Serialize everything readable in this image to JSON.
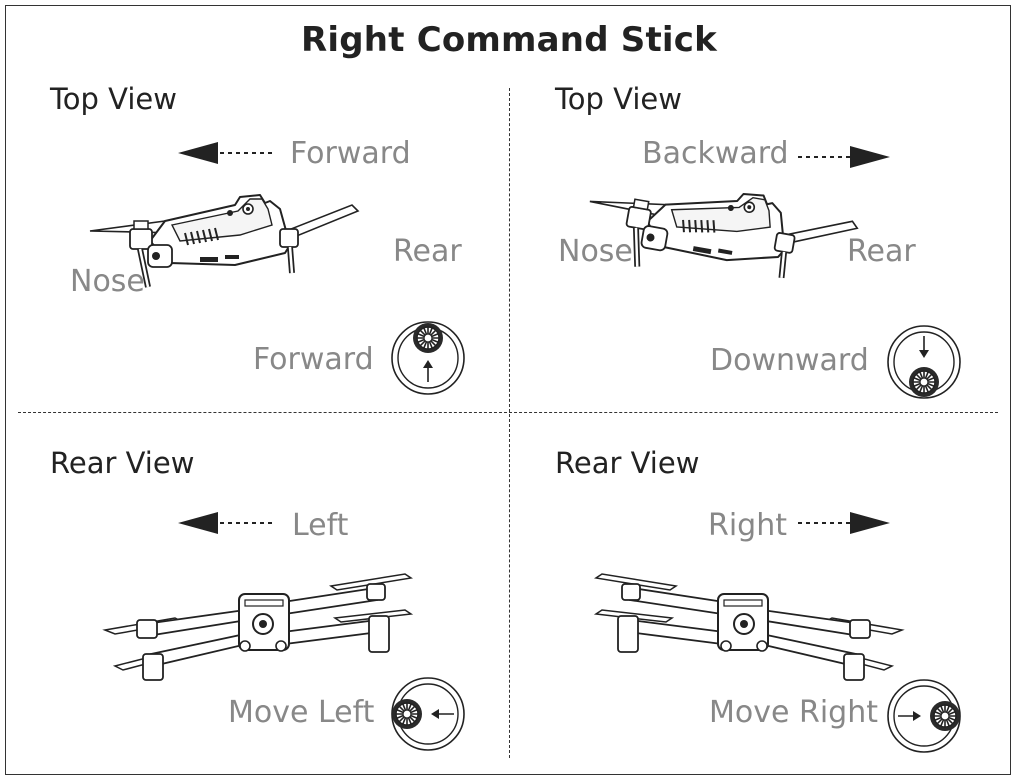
{
  "title": "Right Command Stick",
  "panels": [
    {
      "view": "Top View",
      "direction": "Forward",
      "labels": {
        "nose": "Nose",
        "rear": "Rear"
      },
      "stick_action": "Forward",
      "drone_icon": "drone-side-icon",
      "stick_icon": "stick-up-icon"
    },
    {
      "view": "Top View",
      "direction": "Backward",
      "labels": {
        "nose": "Nose",
        "rear": "Rear"
      },
      "stick_action": "Downward",
      "drone_icon": "drone-side-icon",
      "stick_icon": "stick-down-icon"
    },
    {
      "view": "Rear View",
      "direction": "Left",
      "stick_action": "Move Left",
      "drone_icon": "drone-rear-icon",
      "stick_icon": "stick-left-icon"
    },
    {
      "view": "Rear View",
      "direction": "Right",
      "stick_action": "Move Right",
      "drone_icon": "drone-rear-icon",
      "stick_icon": "stick-right-icon"
    }
  ],
  "colors": {
    "text_dark": "#222222",
    "text_gray": "#888888",
    "line": "#333333"
  }
}
